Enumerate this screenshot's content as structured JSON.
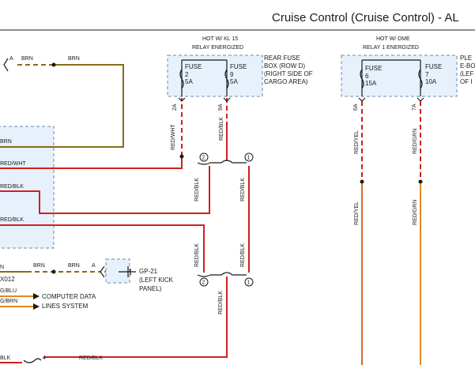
{
  "title": "Cruise Control (Cruise Control) - AL",
  "colors": {
    "red_wire": "#d21f1f",
    "brown_wire": "#8a6a1a",
    "orange_wire": "#e08a1e",
    "module_fill": "#e6f1fb",
    "module_border": "#6b8aa8"
  },
  "fuse_box_1": {
    "power_label_1": "HOT W/ KL 15",
    "power_label_2": "RELAY ENERGIZED",
    "fuse_a": {
      "name": "FUSE",
      "number": "2",
      "amps": "5A"
    },
    "fuse_b": {
      "name": "FUSE",
      "number": "9",
      "amps": "5A"
    },
    "location_1": "REAR FUSE",
    "location_2": "BOX (ROW D)",
    "location_3": "(RIGHT SIDE OF",
    "location_4": "CARGO AREA)",
    "pin_a": "2A",
    "pin_b": "9A"
  },
  "fuse_box_2": {
    "power_label_1": "HOT W/ DME",
    "power_label_2": "RELAY 1 ENERGIZED",
    "fuse_a": {
      "name": "FUSE",
      "number": "6",
      "amps": "15A"
    },
    "fuse_b": {
      "name": "FUSE",
      "number": "7",
      "amps": "10A"
    },
    "side_1": "PLE",
    "side_2": "E-BO",
    "side_3": "(LEF",
    "side_4": "OF I",
    "pin_a": "6A",
    "pin_b": "7A"
  },
  "wires": {
    "brn": "BRN",
    "red_wht": "RED/WHT",
    "red_blk": "RED/BLK",
    "red_yel": "RED/YEL",
    "red_grn": "RED/GRN",
    "blk": "BLK",
    "blu": "BLU"
  },
  "left_module": {
    "label_brn": "BRN",
    "label_red_wht": "RED/WHT",
    "label_red_blk_1": "RED/BLK",
    "label_red_blk_2": "RED/BLK"
  },
  "connector_a": "A",
  "connector_a2": "A",
  "splice_1": "2",
  "splice_2": "1",
  "splice_3": "2",
  "splice_4": "1",
  "lower_left": {
    "x012": "X012",
    "g_blu": "G/BLU",
    "g_brn": "G/BRN",
    "computer_data_1": "COMPUTER DATA",
    "computer_data_2": "LINES SYSTEM",
    "pin_n": "N",
    "brn_1": "BRN",
    "brn_2": "BRN",
    "pin_4": "4",
    "blk_partial": "BLK",
    "red_blk": "RED/BLK"
  },
  "ground": {
    "name": "GP-21",
    "desc_1": "(LEFT KICK",
    "desc_2": "PANEL)"
  }
}
